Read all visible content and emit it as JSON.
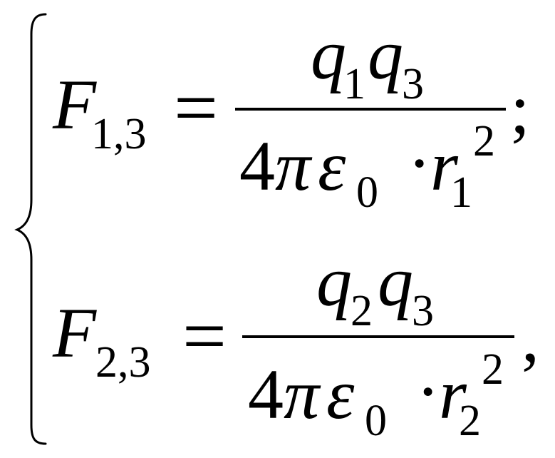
{
  "system": {
    "equations": [
      {
        "lhs": {
          "symbol": "F",
          "subscript": "1,3"
        },
        "equals": "=",
        "numerator": [
          {
            "symbol": "q",
            "subscript": "1"
          },
          {
            "symbol": "q",
            "subscript": "3"
          }
        ],
        "denominator": {
          "coefficient": "4",
          "pi": "π",
          "epsilon": "ε",
          "epsilon_subscript": "0",
          "dot": "·",
          "r": "r",
          "r_subscript": "1",
          "r_exponent": "2"
        },
        "terminator": ";"
      },
      {
        "lhs": {
          "symbol": "F",
          "subscript": "2,3"
        },
        "equals": "=",
        "numerator": [
          {
            "symbol": "q",
            "subscript": "2"
          },
          {
            "symbol": "q",
            "subscript": "3"
          }
        ],
        "denominator": {
          "coefficient": "4",
          "pi": "π",
          "epsilon": "ε",
          "epsilon_subscript": "0",
          "dot": "·",
          "r": "r",
          "r_subscript": "2",
          "r_exponent": "2"
        },
        "terminator": ","
      }
    ]
  }
}
